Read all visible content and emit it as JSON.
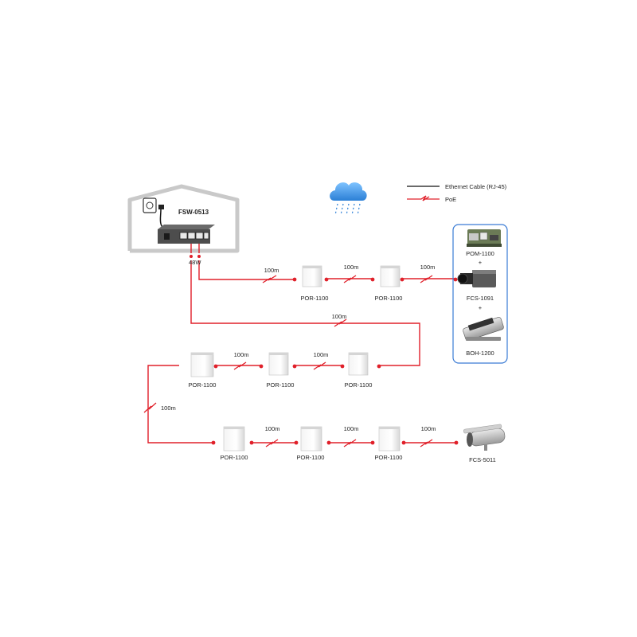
{
  "switch": {
    "model": "FSW-0513",
    "power_budget": "48W"
  },
  "legend": {
    "ethernet": "Ethernet Cable (RJ-45)",
    "poe": "PoE",
    "ethernet_color": "#111111",
    "poe_color": "#e0202a"
  },
  "weather_icon": "rain-cloud-icon",
  "distance_label": "100m",
  "repeater_model": "POR-1100",
  "row1": {
    "distances": [
      "100m",
      "100m",
      "100m"
    ],
    "repeaters": [
      "POR-1100",
      "POR-1100"
    ]
  },
  "link_row1_row2": "100m",
  "row2": {
    "distances": [
      "100m",
      "100m"
    ],
    "repeaters": [
      "POR-1100",
      "POR-1100",
      "POR-1100"
    ]
  },
  "link_row2_row3": "100m",
  "row3": {
    "distances": [
      "100m",
      "100m",
      "100m"
    ],
    "repeaters": [
      "POR-1100",
      "POR-1100",
      "POR-1100"
    ]
  },
  "device_group": {
    "border_color": "#3a7bd5",
    "items": [
      {
        "model": "POM-1100",
        "icon": "poe-module-icon"
      },
      {
        "separator": "+"
      },
      {
        "model": "FCS-1091",
        "icon": "box-camera-icon"
      },
      {
        "separator": "+"
      },
      {
        "model": "BOH-1200",
        "icon": "camera-housing-icon"
      }
    ]
  },
  "end_camera": {
    "model": "FCS-5011",
    "icon": "bullet-camera-icon"
  }
}
